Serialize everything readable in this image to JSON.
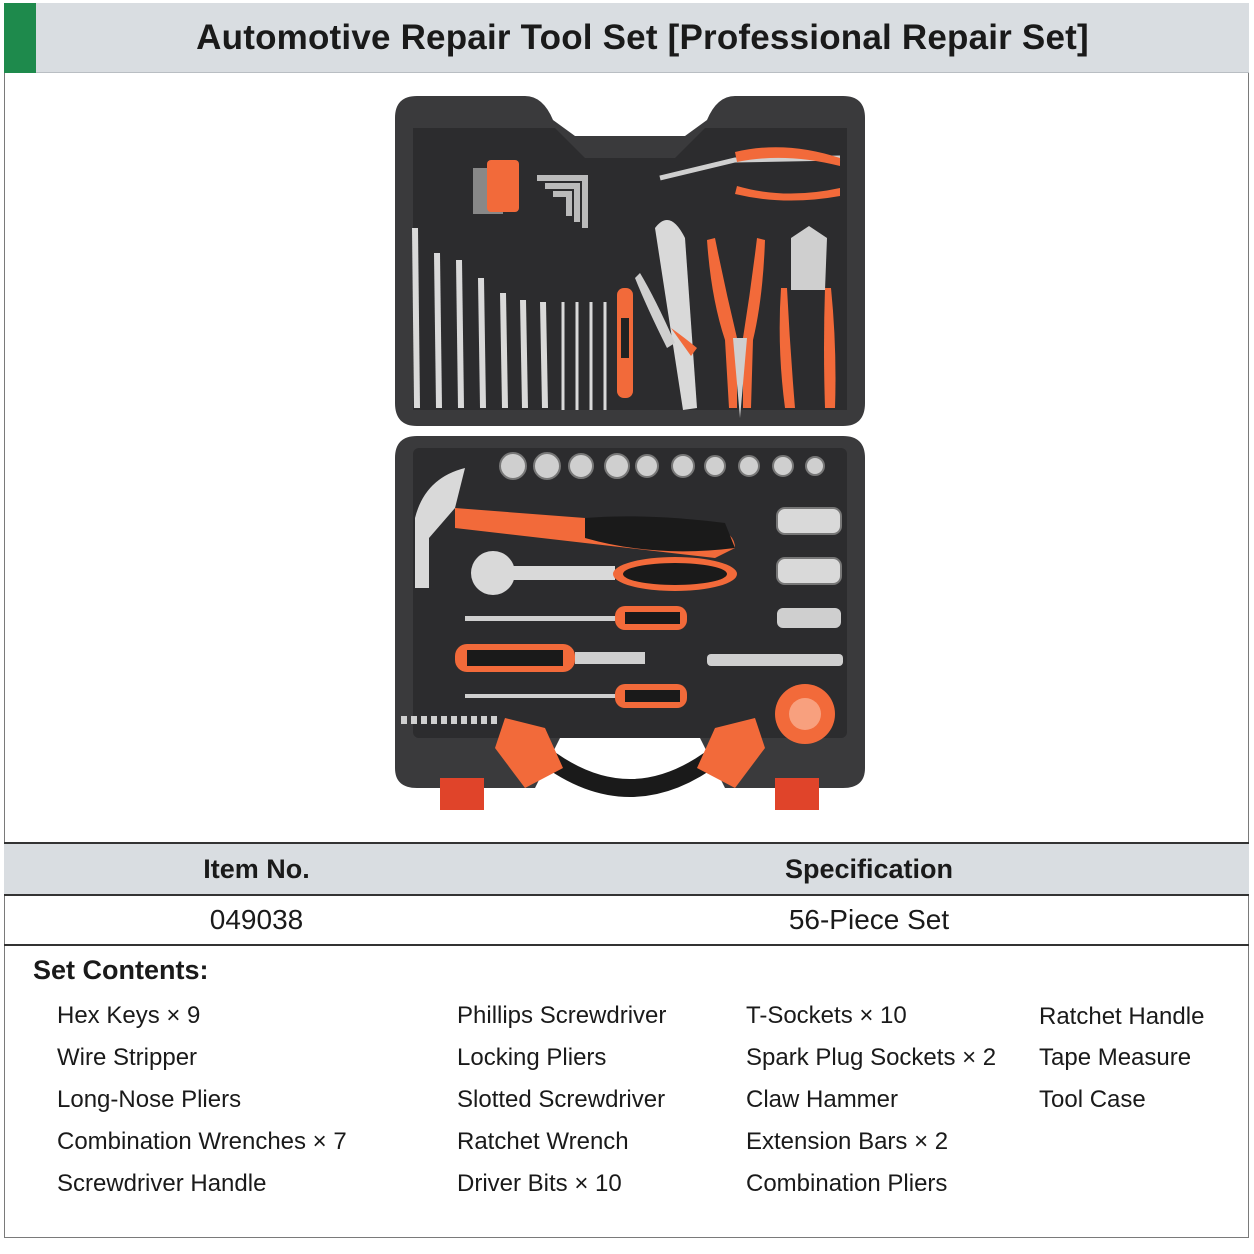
{
  "header": {
    "title": "Automotive Repair Tool Set [Professional Repair Set]"
  },
  "colors": {
    "accent": "#1e8a4c",
    "header_bg": "#d9dde1",
    "tool_orange": "#f26a3a",
    "case_black": "#3a3a3c"
  },
  "product_image": {
    "alt": "tool case with tools",
    "icon": "tool-case-icon"
  },
  "spec_table": {
    "headers": [
      "Item No.",
      "Specification"
    ],
    "row": [
      "049038",
      "56-Piece Set"
    ]
  },
  "contents": {
    "title": "Set Contents:",
    "columns": [
      [
        "Hex Keys × 9",
        "Wire Stripper",
        "Long-Nose Pliers",
        "Combination Wrenches × 7",
        "Screwdriver Handle"
      ],
      [
        "Phillips Screwdriver",
        "Locking Pliers",
        "Slotted Screwdriver",
        "Ratchet Wrench",
        "Driver Bits × 10"
      ],
      [
        "T-Sockets × 10",
        "Spark Plug Sockets × 2",
        "Claw Hammer",
        "Extension Bars × 2",
        "Combination Pliers"
      ],
      [
        "Ratchet Handle",
        "Tape Measure",
        "Tool Case"
      ]
    ]
  }
}
